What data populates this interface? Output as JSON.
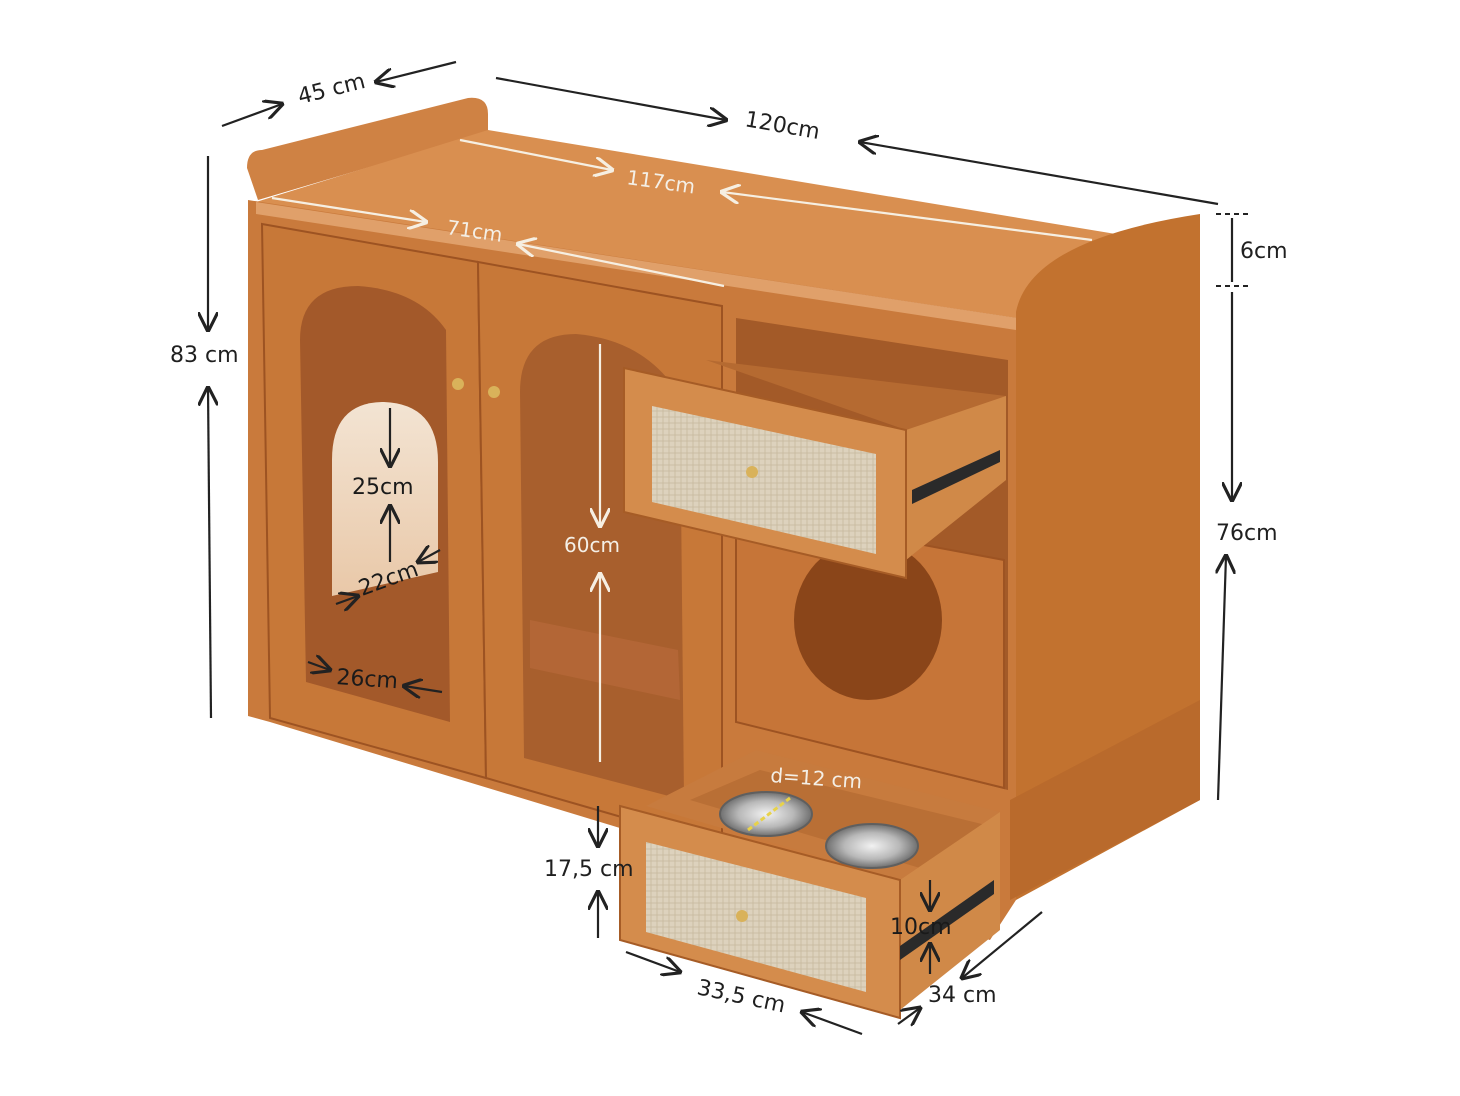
{
  "labels": {
    "depth_top": "45 cm",
    "width_total": "120cm",
    "width_inner": "117cm",
    "width_cabinet": "71cm",
    "height_total": "83 cm",
    "height_top_lip": "6cm",
    "height_body": "76cm",
    "arch_small_height": "25cm",
    "arch_small_width": "22cm",
    "arch_big_width": "26cm",
    "arch_big_height": "60cm",
    "bowl_diameter": "d=12 cm",
    "drawer_lift": "17,5 cm",
    "drawer_depth_inner": "10cm",
    "drawer_width": "33,5 cm",
    "drawer_depth": "34 cm"
  },
  "colors": {
    "wood_front": "#c97a3c",
    "wood_top": "#d88d4e",
    "wood_side": "#bf6f33",
    "wood_dark": "#8f4a1c",
    "interior": "#a9602a",
    "rattan": "#ddd2bd"
  }
}
